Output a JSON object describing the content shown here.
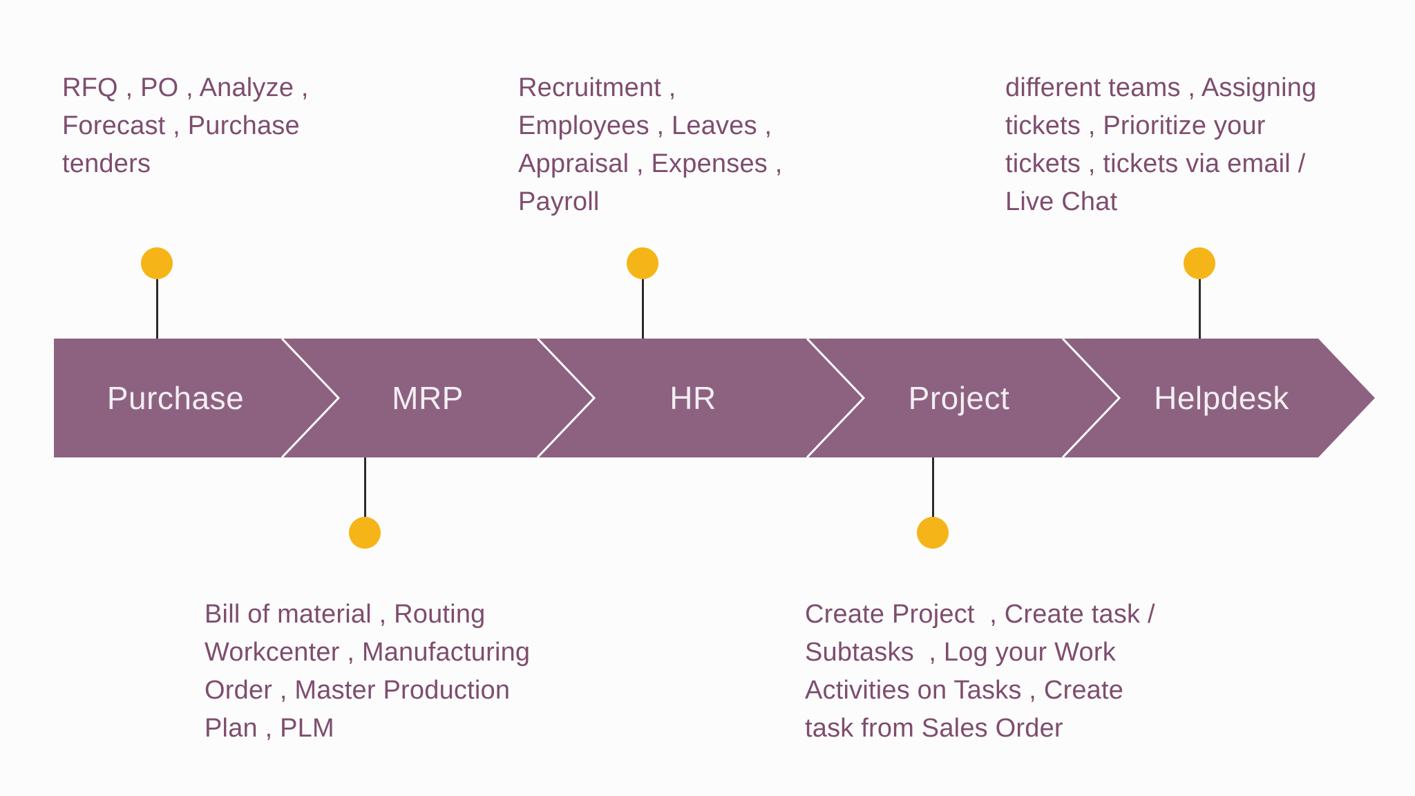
{
  "colors": {
    "banner_fill": "#8d6281",
    "divider": "#ffffff",
    "dot": "#f5b518",
    "stem": "#2b2b2b",
    "callout_text": "#7e4d6e",
    "segment_text": "#f3eef2",
    "background": "#fdfcfd"
  },
  "process": {
    "segments": [
      {
        "label": "Purchase"
      },
      {
        "label": "MRP"
      },
      {
        "label": "HR"
      },
      {
        "label": "Project"
      },
      {
        "label": "Helpdesk"
      }
    ]
  },
  "callouts": {
    "purchase": {
      "segment": "Purchase",
      "position": "above",
      "text": "RFQ , PO , Analyze ,\nForecast , Purchase\ntenders"
    },
    "mrp": {
      "segment": "MRP",
      "position": "below",
      "text": "Bill of material , Routing\nWorkcenter , Manufacturing\nOrder , Master Production\nPlan , PLM"
    },
    "hr": {
      "segment": "HR",
      "position": "above",
      "text": "Recruitment ,\nEmployees , Leaves ,\nAppraisal , Expenses ,\nPayroll"
    },
    "project": {
      "segment": "Project",
      "position": "below",
      "text": "Create Project  , Create task /\nSubtasks  , Log your Work\nActivities on Tasks , Create\ntask from Sales Order"
    },
    "helpdesk": {
      "segment": "Helpdesk",
      "position": "above",
      "text": "different teams , Assigning\ntickets , Prioritize your\ntickets , tickets via email /\nLive Chat"
    }
  }
}
